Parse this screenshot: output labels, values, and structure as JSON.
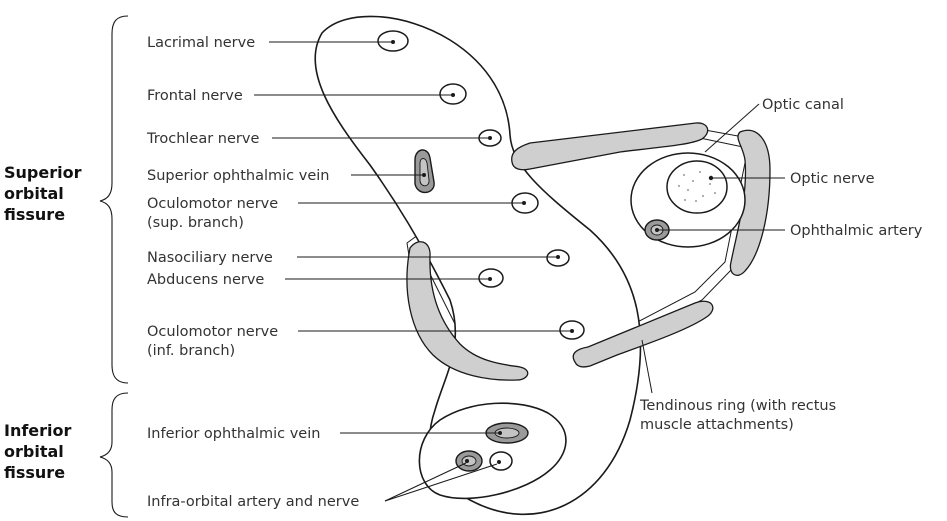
{
  "groups": {
    "superior": {
      "line1": "Superior",
      "line2": "orbital",
      "line3": "fissure"
    },
    "inferior": {
      "line1": "Inferior",
      "line2": "orbital",
      "line3": "fissure"
    }
  },
  "labels": {
    "lacrimal": "Lacrimal nerve",
    "frontal": "Frontal nerve",
    "trochlear": "Trochlear nerve",
    "sup_ophthalmic_vein": "Superior ophthalmic vein",
    "oculomotor_sup_1": "Oculomotor nerve",
    "oculomotor_sup_2": "(sup. branch)",
    "nasociliary": "Nasociliary nerve",
    "abducens": "Abducens nerve",
    "oculomotor_inf_1": "Oculomotor nerve",
    "oculomotor_inf_2": "(inf. branch)",
    "inf_ophthalmic_vein": "Inferior ophthalmic vein",
    "infraorbital": "Infra-orbital artery and nerve",
    "optic_canal": "Optic canal",
    "optic_nerve": "Optic nerve",
    "ophthalmic_artery": "Ophthalmic artery",
    "tendinous_ring_1": "Tendinous ring (with rectus",
    "tendinous_ring_2": "muscle attachments)"
  },
  "colors": {
    "muscle": "#cfcfcf",
    "vein": "#9a9a9a",
    "outline": "#1a1a1a"
  }
}
